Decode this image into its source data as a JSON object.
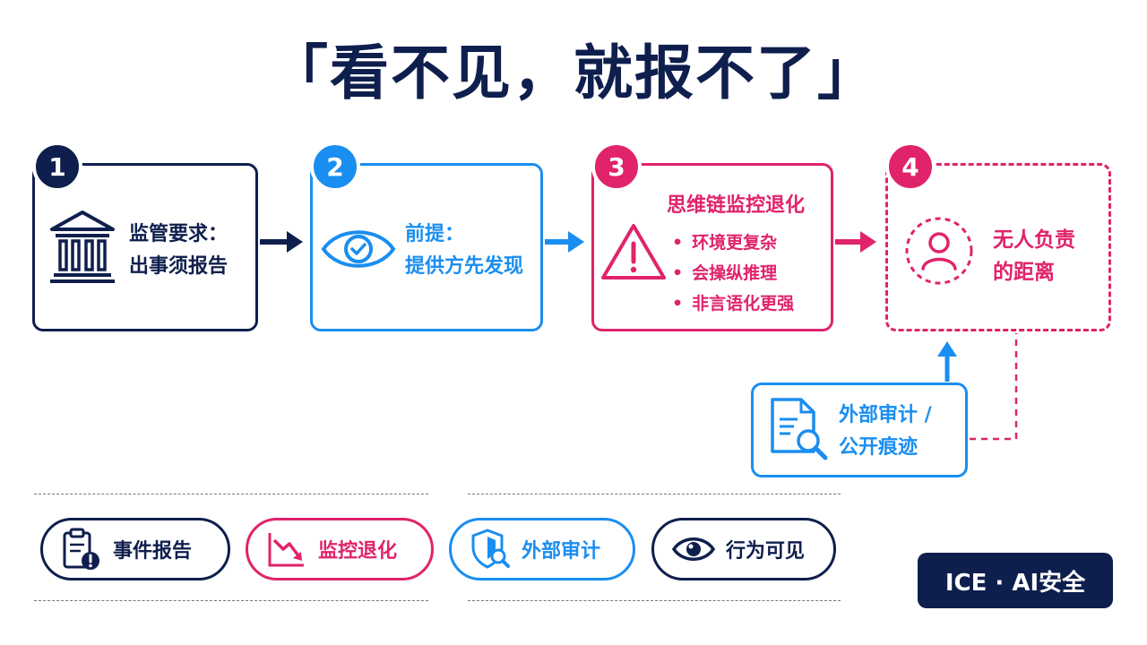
{
  "title": "「看不见，就报不了」",
  "steps": [
    {
      "number": "1",
      "lines": [
        "监管要求：",
        "出事须报告"
      ],
      "icon": "bank-building-icon"
    },
    {
      "number": "2",
      "lines": [
        "前提：",
        "提供方先发现"
      ],
      "icon": "eye-check-icon"
    },
    {
      "number": "3",
      "heading": "思维链监控退化",
      "bullets": [
        "环境更复杂",
        "会操纵推理",
        "非言语化更强"
      ],
      "icon": "warning-triangle-icon"
    },
    {
      "number": "4",
      "lines": [
        "无人负责",
        "的距离"
      ],
      "icon": "person-icon"
    }
  ],
  "audit": {
    "lines": [
      "外部审计 /",
      "公开痕迹"
    ],
    "icon": "document-search-icon"
  },
  "legend": [
    {
      "label": "事件报告",
      "icon": "clipboard-alert-icon"
    },
    {
      "label": "监控退化",
      "icon": "trend-down-icon"
    },
    {
      "label": "外部审计",
      "icon": "shield-search-icon"
    },
    {
      "label": "行为可见",
      "icon": "eye-icon"
    }
  ],
  "brand": "ICE · AI安全",
  "colors": {
    "navy": "#0f1f4d",
    "blue": "#1a8ef0",
    "pink": "#e0236b"
  }
}
